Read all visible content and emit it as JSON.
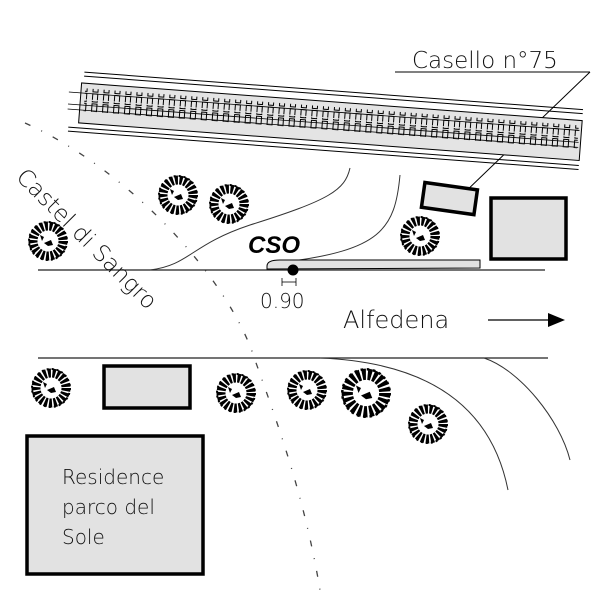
{
  "map": {
    "title": "Casello n°75 site plan",
    "labels": {
      "casello": "Casello n°75",
      "castel_di_sangro": "Castel di Sangro",
      "cso": "CSO",
      "dimension": "0.90",
      "alfedena": "Alfedena",
      "residence_line1": "Residence",
      "residence_line2": "parco del",
      "residence_line3": "Sole"
    },
    "icons": {
      "direction_arrow": "arrow-right-icon",
      "tree": "tree-icon",
      "station_marker": "filled-circle-icon"
    },
    "colors": {
      "building_fill": "#e2e2e2",
      "line": "#000000",
      "background": "#ffffff"
    },
    "tree_count": 9,
    "building_count": 4
  }
}
